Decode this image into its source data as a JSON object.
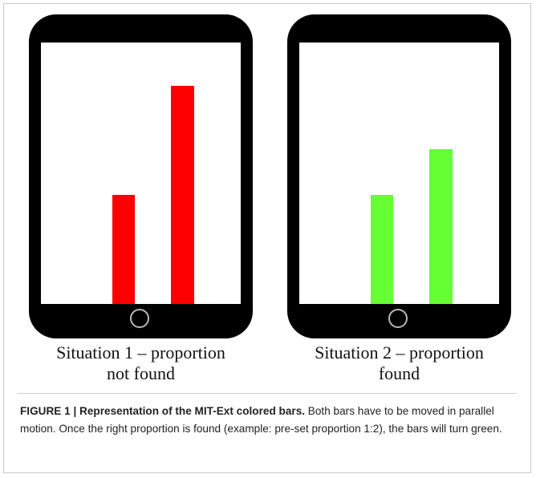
{
  "situation1": {
    "line1": "Situation 1 – proportion",
    "line2": "not found",
    "bar_color": "#ff0000",
    "bars": [
      {
        "name": "left-bar",
        "relative_height": 0.5
      },
      {
        "name": "right-bar",
        "relative_height": 1.0
      }
    ]
  },
  "situation2": {
    "line1": "Situation 2 – proportion",
    "line2": "found",
    "bar_color": "#66ff33",
    "bars": [
      {
        "name": "left-bar",
        "relative_height": 0.5
      },
      {
        "name": "right-bar",
        "relative_height": 0.71
      }
    ]
  },
  "caption": {
    "label": "FIGURE 1 | Representation of the MIT-Ext colored bars.",
    "text": " Both bars have to be moved in parallel motion. Once the right proportion is found (example: pre-set proportion 1:2), the bars will turn green."
  },
  "colors": {
    "tablet": "#000000",
    "screen": "#ffffff",
    "home_button_ring": "#b8b8b8"
  }
}
